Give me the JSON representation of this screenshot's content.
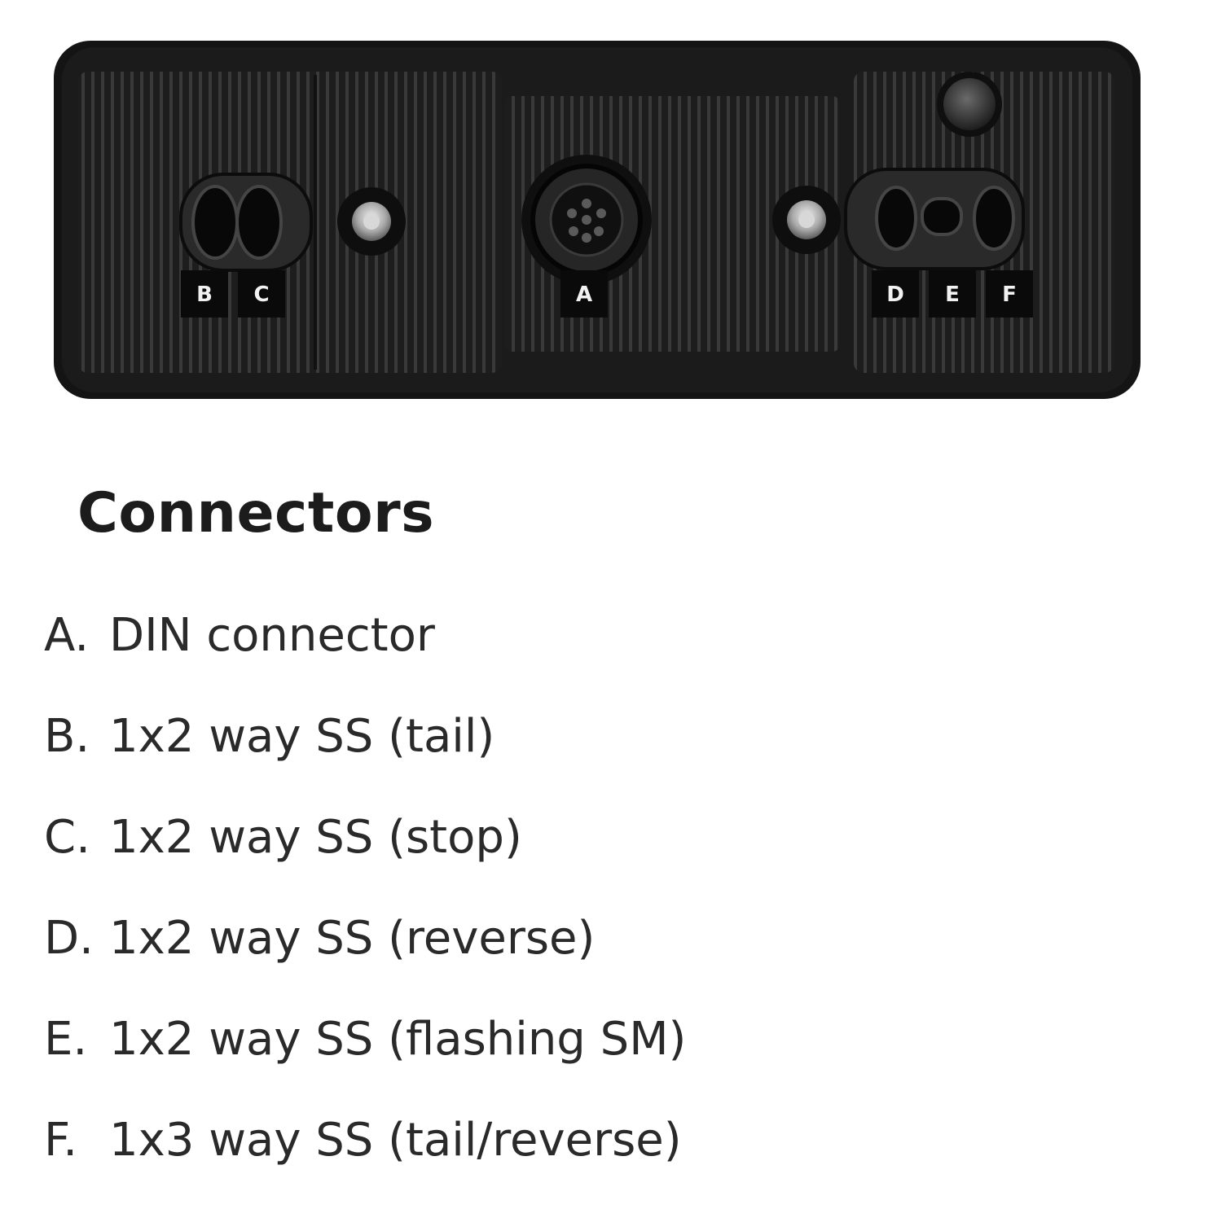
{
  "photo": {
    "labels": {
      "b": "B",
      "c": "C",
      "a": "A",
      "d": "D",
      "e": "E",
      "f": "F"
    }
  },
  "heading": "Connectors",
  "items": [
    {
      "letter": "A.",
      "text": "DIN connector"
    },
    {
      "letter": "B.",
      "text": "1x2 way SS (tail)"
    },
    {
      "letter": "C.",
      "text": "1x2 way SS (stop)"
    },
    {
      "letter": "D.",
      "text": "1x2 way SS (reverse)"
    },
    {
      "letter": "E.",
      "text": "1x2 way SS (flashing SM)"
    },
    {
      "letter": "F.",
      "text": "1x3 way SS (tail/reverse)"
    }
  ]
}
